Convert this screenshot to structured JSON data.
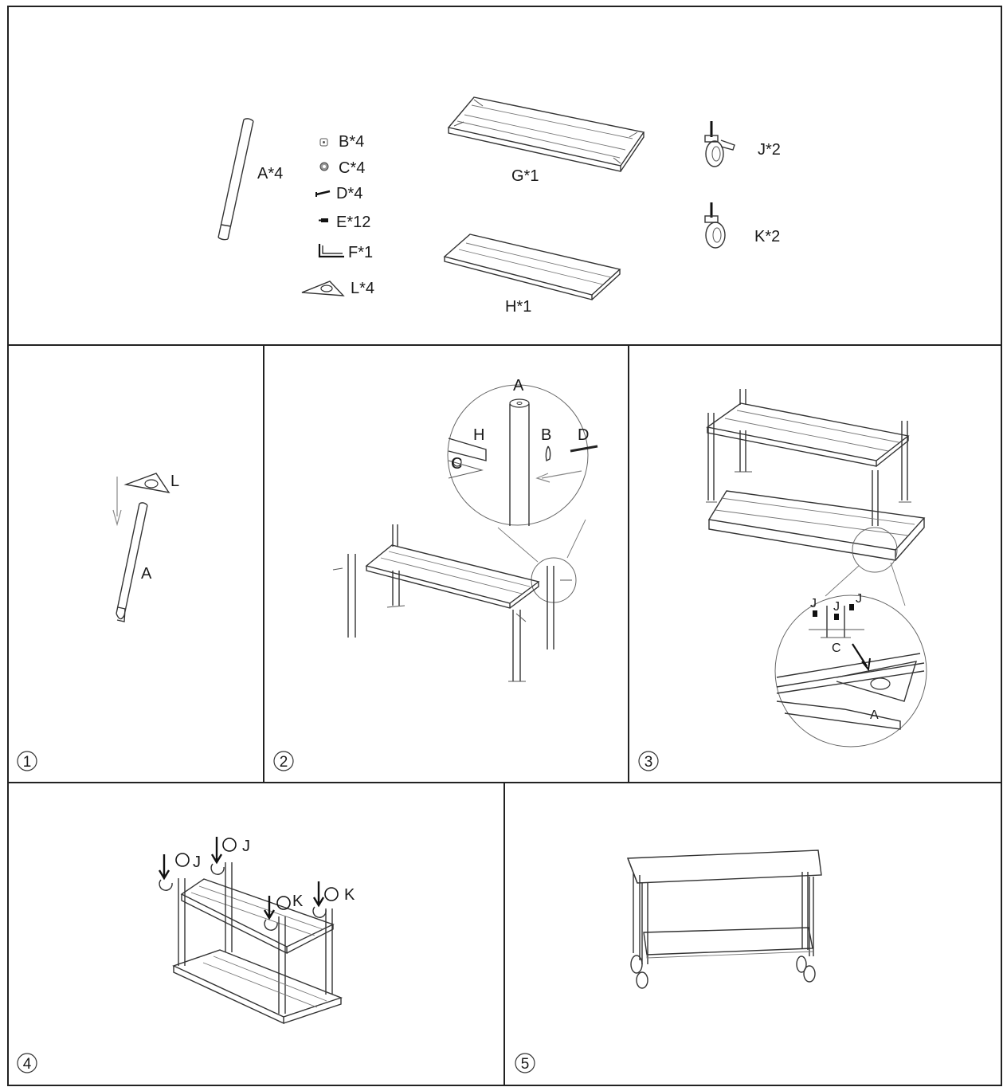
{
  "parts": {
    "A": "A*4",
    "B": "B*4",
    "C": "C*4",
    "D": "D*4",
    "E": "E*12",
    "F": "F*1",
    "L": "L*4",
    "G": "G*1",
    "H": "H*1",
    "J": "J*2",
    "K": "K*2"
  },
  "steps": {
    "s1": {
      "num": "1",
      "labels": {
        "L": "L",
        "A": "A"
      }
    },
    "s2": {
      "num": "2",
      "labels": {
        "A": "A",
        "H": "H",
        "B": "B",
        "D": "D",
        "C": "C"
      }
    },
    "s3": {
      "num": "3",
      "labels": {
        "J1": "J",
        "J2": "J",
        "J3": "J",
        "C": "C",
        "A": "A"
      }
    },
    "s4": {
      "num": "4",
      "labels": {
        "J1": "J",
        "J2": "J",
        "K1": "K",
        "K2": "K"
      }
    },
    "s5": {
      "num": "5"
    }
  }
}
